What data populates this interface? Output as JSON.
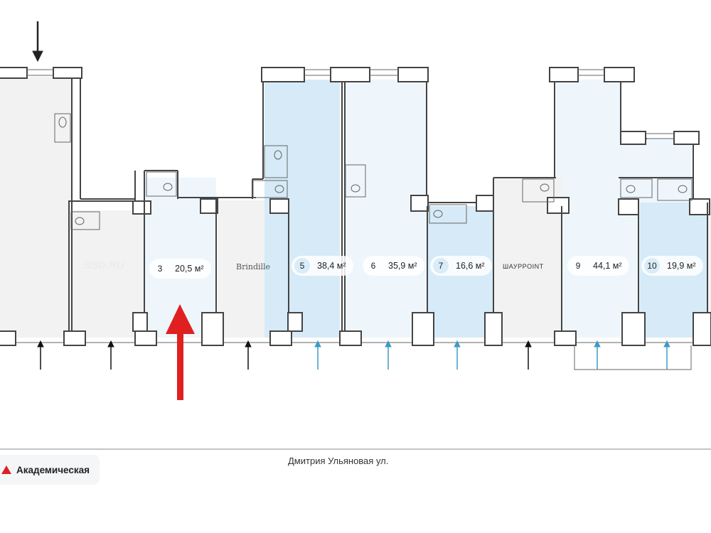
{
  "colors": {
    "available": "#d6ebf7",
    "available_light": "#eef6fc",
    "occupied": "#f2f2f2",
    "red_arrow": "#e02020",
    "entrance_blue": "#3a9cc7"
  },
  "watermark": "SSD.RU",
  "units": [
    {
      "number": "3",
      "area": "20,5 м²",
      "style": "light"
    },
    {
      "number": "5",
      "area": "38,4 м²",
      "style": "blue"
    },
    {
      "number": "6",
      "area": "35,9 м²",
      "style": "light"
    },
    {
      "number": "7",
      "area": "16,6 м²",
      "style": "blue"
    },
    {
      "number": "9",
      "area": "44,1 м²",
      "style": "light"
    },
    {
      "number": "10",
      "area": "19,9 м²",
      "style": "blue"
    }
  ],
  "tenants": {
    "brindille": "Brindille",
    "shaurpoint": "ШАУРPOINT"
  },
  "street": "Дмитрия Ульяновая ул.",
  "metro": {
    "name": "Академическая",
    "icon": "metro-icon"
  }
}
